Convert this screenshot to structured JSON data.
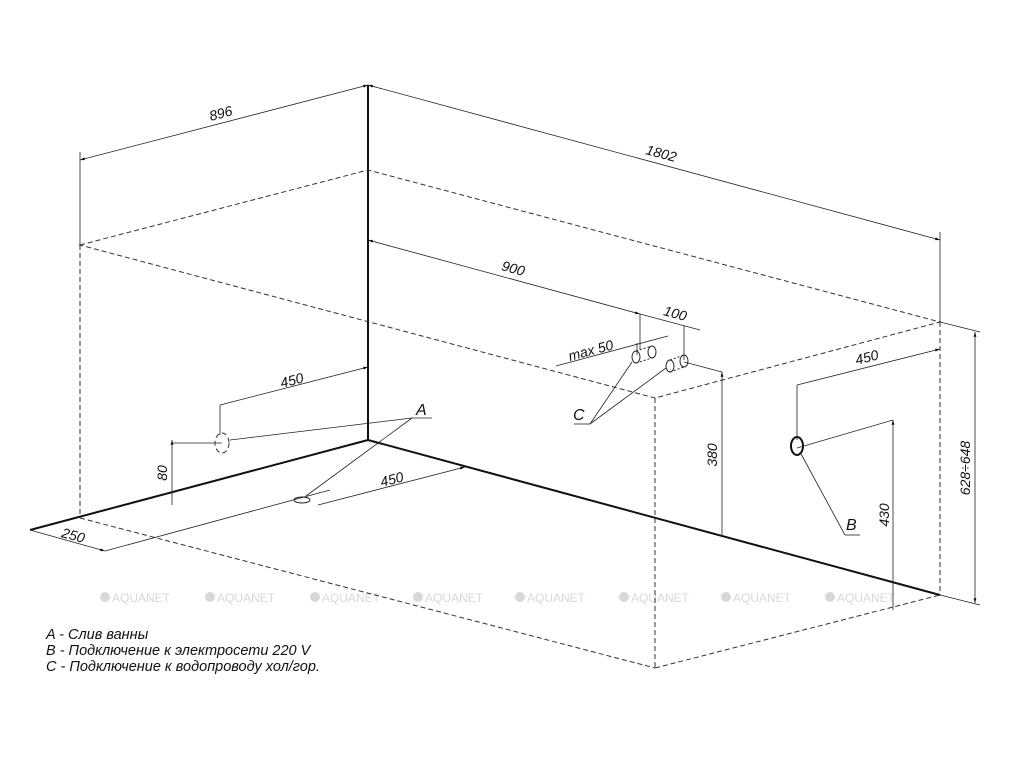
{
  "dimensions": {
    "width_total": "896",
    "length_total": "1802",
    "supply_offset": "900",
    "supply_spacing": "100",
    "supply_max": "max  50",
    "supply_height": "380",
    "power_offset": "450",
    "power_height": "430",
    "total_height": "628÷648",
    "drain_offset_wall": "450",
    "drain_height": "80",
    "drain_offset_floor": "450",
    "edge_offset": "250"
  },
  "markers": {
    "a": "A",
    "b": "B",
    "c": "C"
  },
  "watermark": "AQUANET",
  "legend": [
    "A - Слив ванны",
    "B - Подключение к электросети 220 V",
    "C - Подключение к водопроводу хол/гор."
  ]
}
